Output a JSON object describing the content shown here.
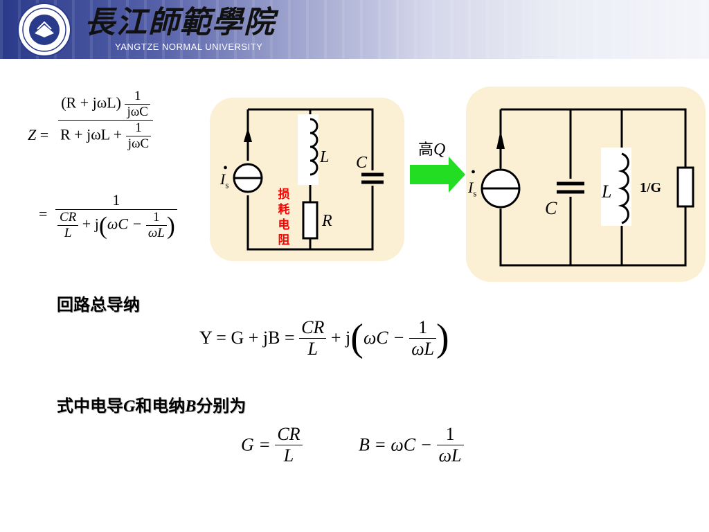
{
  "header": {
    "school_cn": "長江師範學院",
    "school_en": "YANGTZE NORMAL UNIVERSITY",
    "logo_icon": "university-seal-icon",
    "colors": {
      "banner_dark": "#2a3a8a",
      "banner_light": "#f4f5fa"
    }
  },
  "left_circuit": {
    "L": "L",
    "C": "C",
    "R": "R",
    "source": "I",
    "source_sub": "s",
    "loss_label": [
      "损",
      "耗",
      "电",
      "阻"
    ],
    "panel_color": "#fbefd4",
    "loss_color": "#ff0000"
  },
  "arrow": {
    "label_cn": "高",
    "label_q": "Q",
    "color": "#22dd22"
  },
  "right_circuit": {
    "C": "C",
    "L": "L",
    "G": "1/G",
    "source": "I",
    "source_sub": "s"
  },
  "formula_z": {
    "Z": "Z",
    "eq": "=",
    "n1": "(R + jωL)",
    "one": "1",
    "jwc": "jωC",
    "d1": "R + jωL +",
    "num2": "1",
    "CR": "CR",
    "L": "L",
    "plusj": "+ j",
    "wC": "ωC −",
    "one2": "1",
    "wL": "ωL"
  },
  "text_admittance": "回路总导纳",
  "formula_y": {
    "lhs": "Y = G + jB =",
    "CR": "CR",
    "L": "L",
    "plusj": "+ j",
    "wC": "ωC −",
    "one": "1",
    "wL": "ωL"
  },
  "text_GB": {
    "part1": "式中电导",
    "G": "G",
    "part2": "和电纳",
    "B": "B",
    "part3": "分别为"
  },
  "formula_gb": {
    "G_lhs": "G =",
    "CR": "CR",
    "L": "L",
    "B_lhs": "B = ωC −",
    "one": "1",
    "wL": "ωL"
  }
}
